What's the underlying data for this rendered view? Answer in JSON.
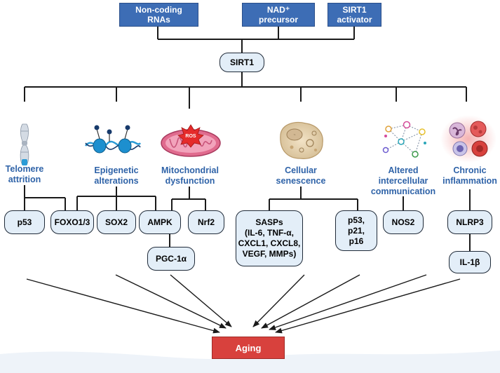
{
  "top_inputs": [
    {
      "label": "Non-coding\nRNAs"
    },
    {
      "label": "NAD⁺\nprecursor"
    },
    {
      "label": "SIRT1\nactivator"
    }
  ],
  "center_node": {
    "label": "SIRT1"
  },
  "categories": [
    {
      "label": "Telomere\nattrition",
      "icon": "chromosome-icon"
    },
    {
      "label": "Epigenetic\nalterations",
      "icon": "dna-nucleosome-icon"
    },
    {
      "label": "Mitochondrial\ndysfunction",
      "icon": "mitochondrion-icon",
      "icon_text": "ROS"
    },
    {
      "label": "Cellular\nsenescence",
      "icon": "senescent-cell-icon"
    },
    {
      "label": "Altered\nintercellular\ncommunication",
      "icon": "cell-network-icon"
    },
    {
      "label": "Chronic\ninflammation",
      "icon": "immune-cells-icon"
    }
  ],
  "effectors": {
    "p53": "p53",
    "foxo": "FOXO1/3",
    "sox2": "SOX2",
    "ampk": "AMPK",
    "nrf2": "Nrf2",
    "pgc": "PGC-1α",
    "sasps": "SASPs\n(IL-6, TNF-α,\nCXCL1, CXCL8,\nVEGF, MMPs)",
    "p53_p21_p16": "p53,\np21,\np16",
    "nos2": "NOS2",
    "nlrp3": "NLRP3",
    "il1b": "IL-1β"
  },
  "outcome": {
    "label": "Aging"
  },
  "colors": {
    "top_box": "#3d6db5",
    "node_fill": "#e3eef8",
    "label_blue": "#2f63a8",
    "aging_red": "#d8413d",
    "line": "#1a1a1a"
  }
}
